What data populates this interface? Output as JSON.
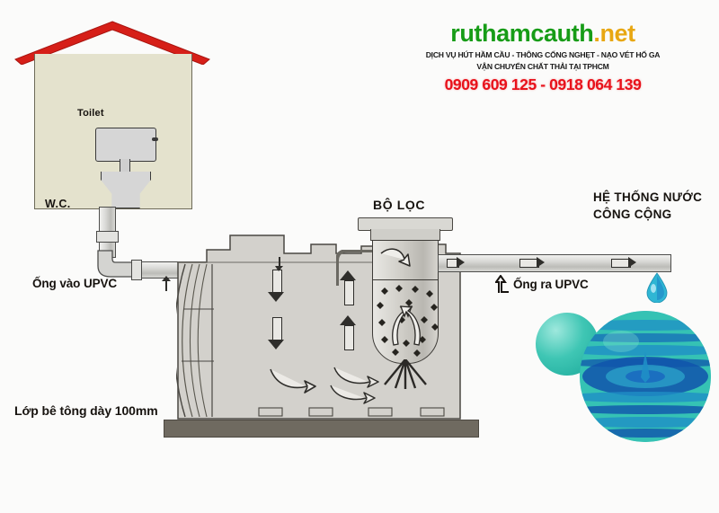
{
  "page": {
    "title": "So do he thong be tu hoai - ruthamcauth.net",
    "background_color": "#fbfbfa"
  },
  "brand": {
    "name_main": "ruthamcauth",
    "name_tld": ".net",
    "color_main": "#179c17",
    "color_tld": "#e8a712",
    "tagline_line1": "DỊCH VỤ HÚT HẦM CẦU - THÔNG CỐNG NGHẸT - NẠO VÉT HỐ GA",
    "tagline_line2": "VẬN CHUYỂN CHẤT THẢI TẠI TPHCM",
    "phone": "0909 609 125 - 0918  064 139",
    "phone_color": "#e8121b"
  },
  "house": {
    "roof_color": "#d61f18",
    "wall_color": "#e4e2cd",
    "toilet_label": "Toilet",
    "wc_label": "W.C."
  },
  "labels": {
    "inlet_pipe": "Ống vào UPVC",
    "outlet_pipe": "Ống ra UPVC",
    "filter": "BỘ LỌC",
    "public_water_line1": "HỆ THỐNG NƯỚC",
    "public_water_line2": "CÔNG CỘNG",
    "concrete": "Lớp bê tông dày 100mm"
  },
  "diagram": {
    "tank_color": "#d3d1cc",
    "slab_color": "#6f6a60",
    "pipe_color": "#d9d9d6",
    "water_accent": "#2aa0c8",
    "sphere_accent": "#1aa899",
    "inlet_arrow_count": 2,
    "outlet_arrow_count": 3,
    "down_flow_arrows": 2,
    "up_flow_arrows": 2,
    "filter_dot_count": 16
  }
}
